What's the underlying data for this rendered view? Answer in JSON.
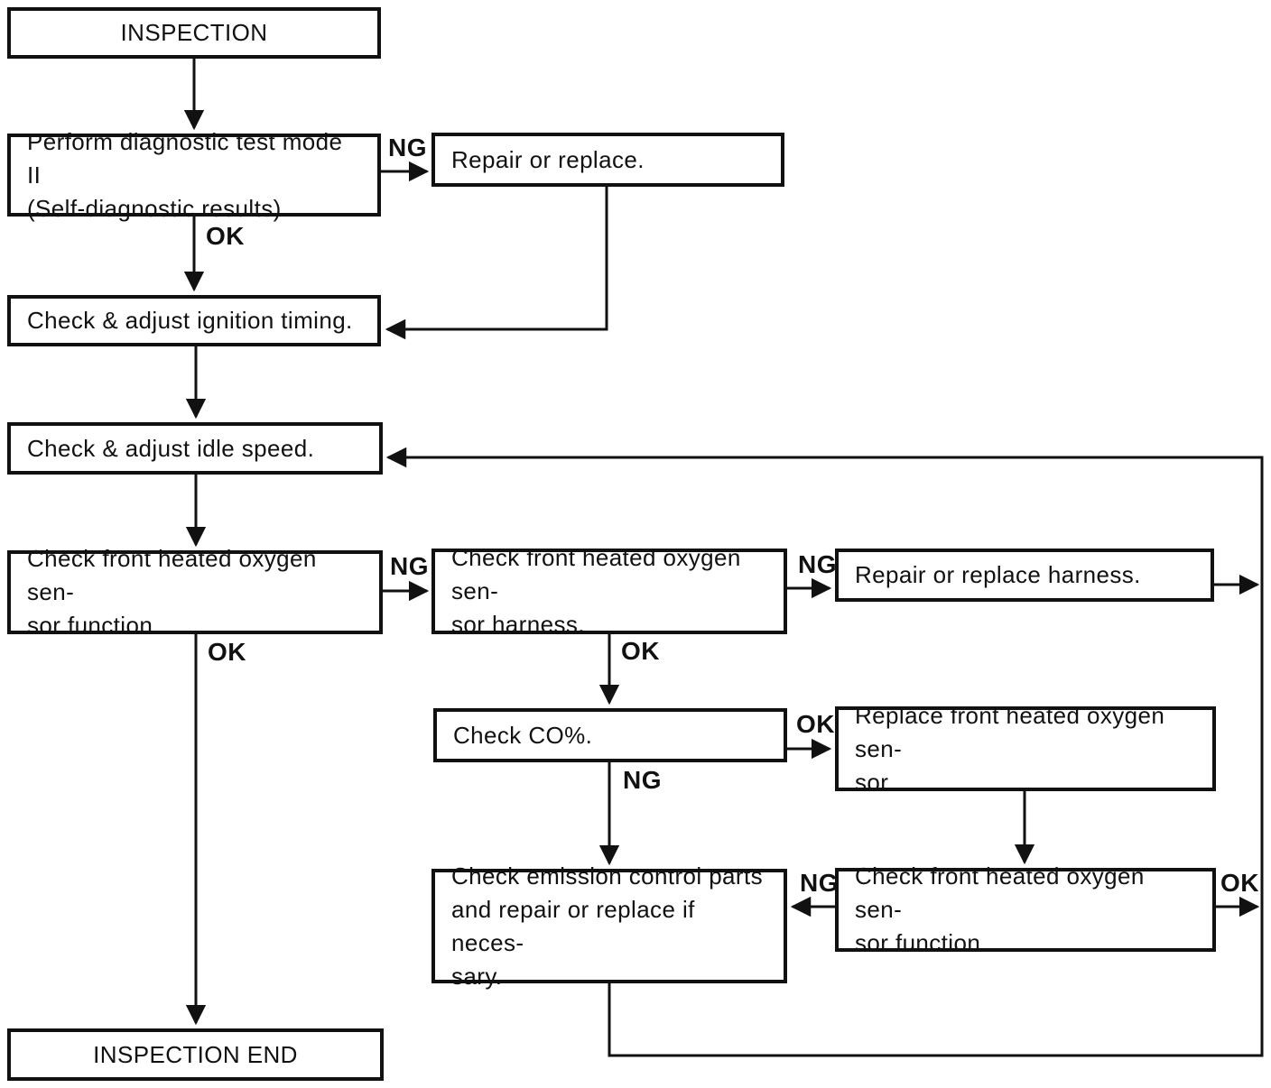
{
  "colors": {
    "ink": "#111111",
    "background": "#ffffff"
  },
  "nodes": {
    "inspection": {
      "label": "INSPECTION"
    },
    "perform_diagnostic": {
      "lines": [
        "Perform diagnostic test mode II",
        "(Self-diagnostic results)."
      ]
    },
    "repair_or_replace": {
      "label": "Repair or replace."
    },
    "ignition_timing": {
      "label": "Check & adjust ignition timing."
    },
    "idle_speed": {
      "label": "Check & adjust idle speed."
    },
    "sensor_function_left": {
      "lines": [
        "Check front heated oxygen sen-",
        "sor function."
      ]
    },
    "sensor_harness": {
      "lines": [
        "Check front heated oxygen sen-",
        "sor harness."
      ]
    },
    "repair_harness": {
      "label": "Repair or replace harness."
    },
    "check_co": {
      "label": "Check CO%."
    },
    "replace_sensor": {
      "lines": [
        "Replace front heated oxygen sen-",
        "sor."
      ]
    },
    "emission_parts": {
      "lines": [
        "Check emission control parts",
        "and repair or replace if neces-",
        "sary."
      ]
    },
    "sensor_function_right": {
      "lines": [
        "Check front heated oxygen sen-",
        "sor function."
      ]
    },
    "inspection_end": {
      "label": "INSPECTION END"
    }
  },
  "edge_labels": {
    "diag_ng": "NG",
    "diag_ok": "OK",
    "func_ng": "NG",
    "func_ok": "OK",
    "harness_ng": "NG",
    "harness_ok": "OK",
    "co_ok": "OK",
    "co_ng": "NG",
    "refunc_ng": "NG",
    "refunc_ok": "OK"
  }
}
